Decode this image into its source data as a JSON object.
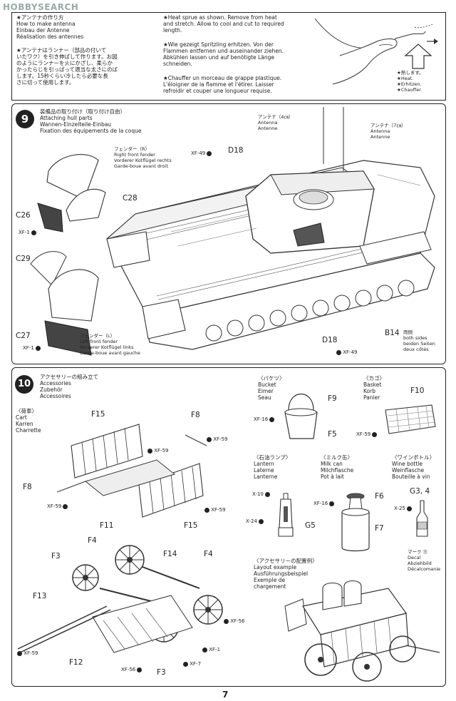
{
  "watermark": "HOBBYSEARCH",
  "antenna_box": {
    "title_jp": "★アンテナの作り方",
    "title_en": "How to make antenna",
    "title_de": "Einbau der Antenne",
    "title_fr": "Réalisation des antennes",
    "jp_lines": [
      "★アンテナはランナー（部品の付いて",
      "いたワク）を引き伸ばして作ります。お図",
      "のようにランナーを火にかざし、柔らか",
      "かったらじを引っぱって適当な太さにのば",
      "します。15秒くらい冷したら必要な長",
      "さに切って使用します。"
    ],
    "en_lines": [
      "★Heat sprue as shown. Remove from heat",
      "and stretch. Allow to cool and cut to required",
      "length."
    ],
    "de_lines": [
      "★Wie gezeigt Spritzling erhitzen. Von der",
      "Flammen entfernen und auseinander ziehen.",
      "Abkühlen lassen und auf benötigte Länge",
      "schneiden."
    ],
    "fr_lines": [
      "★Chauffer un morceau de grappe plastique.",
      "L'éloigner de la flamme et l'étirer. Laisser",
      "refroidir et couper une longueur requise."
    ],
    "heat_jp": "★熱します。",
    "heat_en": "★Heat.",
    "heat_de": "★Erhitzen.",
    "heat_fr": "★Chauffer."
  },
  "step9": {
    "number": "9",
    "title_jp": "装備品の取り付け（取り付け自由）",
    "title_en": "Attaching hull parts",
    "title_de": "Wannen-Einzelteile-Einbau",
    "title_fr": "Fixation des équipements de la coque",
    "right_fender": [
      "フェンダー（R）",
      "Right front fender",
      "Vorderer Kotflügel rechts",
      "Garde-boue avant droit"
    ],
    "left_fender": [
      "フェンダー（L）",
      "Left front fender",
      "Vorderer Kotflügel links",
      "Garde-boue avant gauche"
    ],
    "antenna_4": [
      "アンテナ（4㎝）",
      "Antenna",
      "Antenne"
    ],
    "antenna_7": [
      "アンテナ（7㎝）",
      "Antenna",
      "Antenne"
    ],
    "both_sides": [
      "両側",
      "both sides",
      "beiden Seiten",
      "deux côtés"
    ],
    "parts": {
      "d18_top": "D18",
      "c28": "C28",
      "c26": "C26",
      "c29": "C29",
      "c27": "C27",
      "d18_bottom": "D18",
      "b14": "B14"
    },
    "paints": {
      "xf49_top": "XF-49",
      "xf1_a": "XF-1",
      "xf1_b": "XF-1",
      "xf49_bottom": "XF-49"
    }
  },
  "step10": {
    "number": "10",
    "title_jp": "アクセサリーの組み立て",
    "title_en": "Accessories",
    "title_de": "Zubehör",
    "title_fr": "Accessoires",
    "cart": [
      "〈荷車〉",
      "Cart",
      "Karren",
      "Charrette"
    ],
    "bucket": [
      "〈バケツ〉",
      "Bucket",
      "Eimer",
      "Seau"
    ],
    "basket": [
      "〈カゴ〉",
      "Basket",
      "Korb",
      "Panier"
    ],
    "lantern": [
      "〈石油ランプ〉",
      "Lantern",
      "Laterne",
      "Lanterne"
    ],
    "milk": [
      "〈ミルク缶〉",
      "Milk can",
      "Milchflasche",
      "Pot à lait"
    ],
    "wine": [
      "〈ワインボトル〉",
      "Wine bottle",
      "Weinflasche",
      "Bouteille à vin"
    ],
    "layout": [
      "〈アクセサリーの配置例〉",
      "Layout example",
      "Ausführungsbeispiel",
      "Exemple de",
      "chargement"
    ],
    "decal": [
      "マーク ⑪",
      "Decal",
      "Abziehbild",
      "Décalcomanie"
    ],
    "parts": {
      "f15a": "F15",
      "f8a": "F8",
      "f8b": "F8",
      "f11": "F11",
      "f15b": "F15",
      "f9": "F9",
      "f5": "F5",
      "f10": "F10",
      "f6": "F6",
      "g5": "G5",
      "f7": "F7",
      "g34": "G3, 4",
      "f4a": "F4",
      "f14": "F14",
      "f4b": "F4",
      "f3a": "F3",
      "f13": "F13",
      "f12": "F12",
      "f3b": "F3"
    },
    "paints": {
      "xf59a": "XF-59",
      "xf59b": "XF-59",
      "xf59c": "XF-59",
      "xf59d": "XF-59",
      "xf16a": "XF-16",
      "xf59e": "XF-59",
      "x10": "X-10",
      "xf16b": "XF-16",
      "x24": "X-24",
      "x25": "X-25",
      "xf56a": "XF-56",
      "xf1": "XF-1",
      "xf7": "XF-7",
      "xf56b": "XF-56",
      "xf59f": "XF-59"
    }
  },
  "page_number": "7"
}
